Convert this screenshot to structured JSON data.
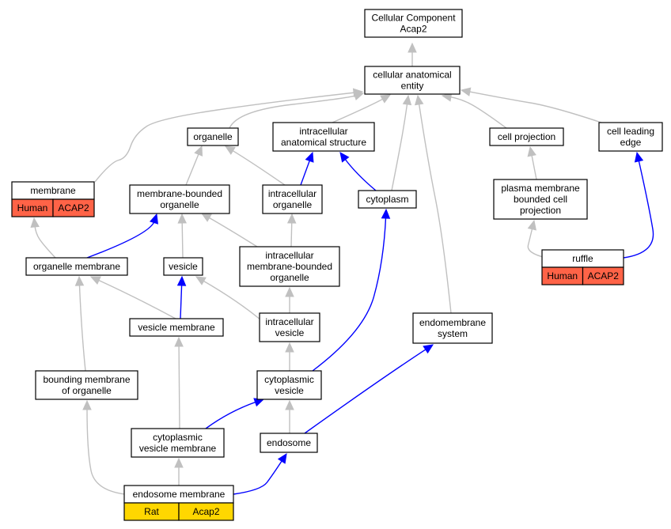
{
  "nodes": {
    "cc": {
      "lines": [
        "Cellular Component",
        "Acap2"
      ]
    },
    "cae": {
      "lines": [
        "cellular anatomical",
        "entity"
      ]
    },
    "organelle": {
      "lines": [
        "organelle"
      ]
    },
    "ias": {
      "lines": [
        "intracellular",
        "anatomical structure"
      ]
    },
    "cellproj": {
      "lines": [
        "cell projection"
      ]
    },
    "leadedge": {
      "lines": [
        "cell leading",
        "edge"
      ]
    },
    "membrane": {
      "lines": [
        "membrane"
      ],
      "annotations": [
        "Human",
        "ACAP2"
      ],
      "annotation_color": "#ff6347"
    },
    "mbo": {
      "lines": [
        "membrane-bounded",
        "organelle"
      ]
    },
    "io": {
      "lines": [
        "intracellular",
        "organelle"
      ]
    },
    "cytoplasm": {
      "lines": [
        "cytoplasm"
      ]
    },
    "pmbcp": {
      "lines": [
        "plasma membrane",
        "bounded cell",
        "projection"
      ]
    },
    "orgmem": {
      "lines": [
        "organelle membrane"
      ]
    },
    "vesicle": {
      "lines": [
        "vesicle"
      ]
    },
    "imbo": {
      "lines": [
        "intracellular",
        "membrane-bounded",
        "organelle"
      ]
    },
    "ruffle": {
      "lines": [
        "ruffle"
      ],
      "annotations": [
        "Human",
        "ACAP2"
      ],
      "annotation_color": "#ff6347"
    },
    "vesmem": {
      "lines": [
        "vesicle membrane"
      ]
    },
    "iv": {
      "lines": [
        "intracellular",
        "vesicle"
      ]
    },
    "endosys": {
      "lines": [
        "endomembrane",
        "system"
      ]
    },
    "bmo": {
      "lines": [
        "bounding membrane",
        "of organelle"
      ]
    },
    "cytves": {
      "lines": [
        "cytoplasmic",
        "vesicle"
      ]
    },
    "cvm": {
      "lines": [
        "cytoplasmic",
        "vesicle membrane"
      ]
    },
    "endosome": {
      "lines": [
        "endosome"
      ]
    },
    "endomem": {
      "lines": [
        "endosome membrane"
      ],
      "annotations": [
        "Rat",
        "Acap2"
      ],
      "annotation_color": "#ffd700"
    }
  },
  "edges": [
    {
      "from": "cae",
      "to": "cc",
      "relation": "is_a"
    },
    {
      "from": "organelle",
      "to": "cae",
      "relation": "is_a"
    },
    {
      "from": "ias",
      "to": "cae",
      "relation": "is_a"
    },
    {
      "from": "cellproj",
      "to": "cae",
      "relation": "is_a"
    },
    {
      "from": "leadedge",
      "to": "cae",
      "relation": "is_a"
    },
    {
      "from": "membrane",
      "to": "cae",
      "relation": "is_a"
    },
    {
      "from": "cytoplasm",
      "to": "cae",
      "relation": "is_a"
    },
    {
      "from": "endosys",
      "to": "cae",
      "relation": "is_a"
    },
    {
      "from": "mbo",
      "to": "organelle",
      "relation": "is_a"
    },
    {
      "from": "io",
      "to": "organelle",
      "relation": "is_a"
    },
    {
      "from": "io",
      "to": "ias",
      "relation": "part_of"
    },
    {
      "from": "cytoplasm",
      "to": "ias",
      "relation": "part_of"
    },
    {
      "from": "pmbcp",
      "to": "cellproj",
      "relation": "is_a"
    },
    {
      "from": "ruffle",
      "to": "leadedge",
      "relation": "part_of"
    },
    {
      "from": "ruffle",
      "to": "pmbcp",
      "relation": "is_a"
    },
    {
      "from": "orgmem",
      "to": "membrane",
      "relation": "is_a"
    },
    {
      "from": "orgmem",
      "to": "mbo",
      "relation": "part_of"
    },
    {
      "from": "vesicle",
      "to": "mbo",
      "relation": "is_a"
    },
    {
      "from": "imbo",
      "to": "mbo",
      "relation": "is_a"
    },
    {
      "from": "imbo",
      "to": "io",
      "relation": "is_a"
    },
    {
      "from": "vesmem",
      "to": "orgmem",
      "relation": "is_a"
    },
    {
      "from": "vesmem",
      "to": "vesicle",
      "relation": "part_of"
    },
    {
      "from": "iv",
      "to": "vesicle",
      "relation": "is_a"
    },
    {
      "from": "iv",
      "to": "imbo",
      "relation": "is_a"
    },
    {
      "from": "bmo",
      "to": "orgmem",
      "relation": "is_a"
    },
    {
      "from": "cytves",
      "to": "iv",
      "relation": "is_a"
    },
    {
      "from": "cytves",
      "to": "cytoplasm",
      "relation": "part_of"
    },
    {
      "from": "cvm",
      "to": "vesmem",
      "relation": "is_a"
    },
    {
      "from": "cvm",
      "to": "cytves",
      "relation": "part_of"
    },
    {
      "from": "endosome",
      "to": "cytves",
      "relation": "is_a"
    },
    {
      "from": "endosome",
      "to": "endosys",
      "relation": "part_of"
    },
    {
      "from": "endomem",
      "to": "cvm",
      "relation": "is_a"
    },
    {
      "from": "endomem",
      "to": "bmo",
      "relation": "is_a"
    },
    {
      "from": "endomem",
      "to": "endosome",
      "relation": "part_of"
    }
  ],
  "colors": {
    "is_a_edge": "#c0c0c0",
    "part_of_edge": "#0000ff",
    "human_annotation": "#ff6347",
    "rat_annotation": "#ffd700"
  }
}
